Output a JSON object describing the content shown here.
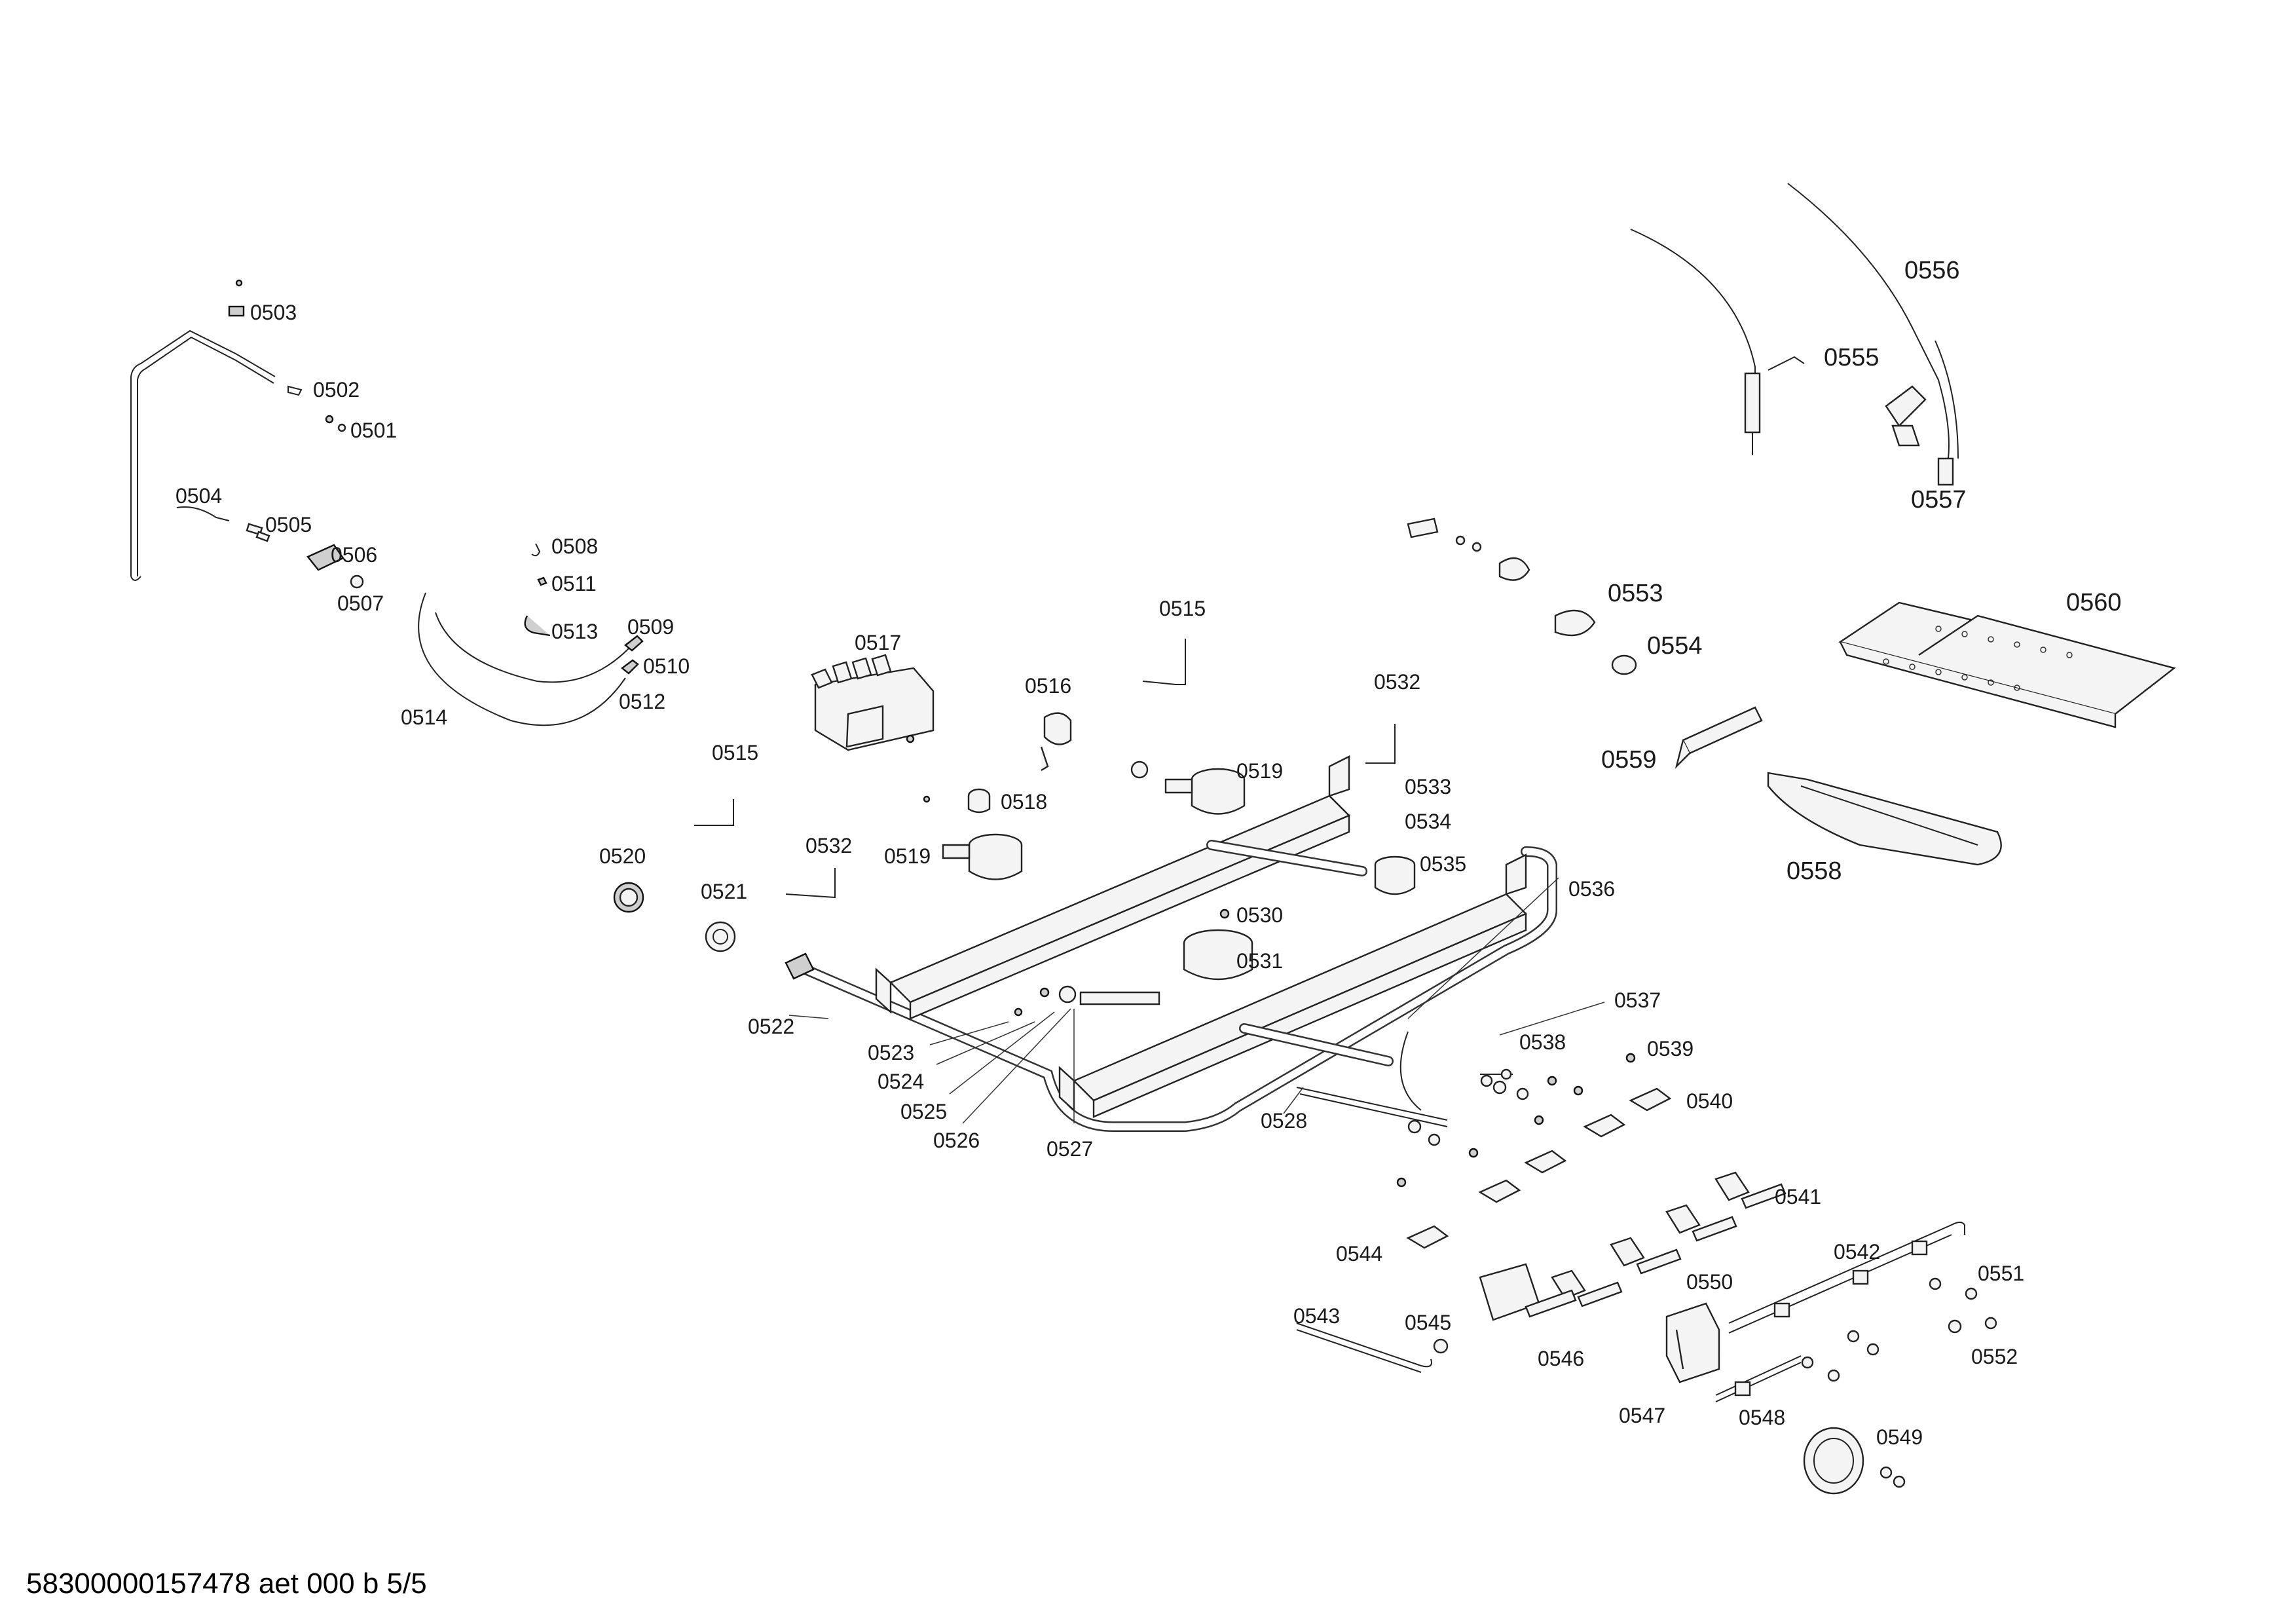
{
  "colors": {
    "background": "#ffffff",
    "line": "#222222",
    "text": "#1a1a1a"
  },
  "labels": {
    "p0501": "0501",
    "p0502": "0502",
    "p0503": "0503",
    "p0504": "0504",
    "p0505": "0505",
    "p0506": "0506",
    "p0507": "0507",
    "p0508": "0508",
    "p0509": "0509",
    "p0510": "0510",
    "p0511": "0511",
    "p0512": "0512",
    "p0513": "0513",
    "p0514": "0514",
    "p0515": "0515",
    "p0516": "0516",
    "p0517": "0517",
    "p0518": "0518",
    "p0519": "0519",
    "p0520": "0520",
    "p0521": "0521",
    "p0522": "0522",
    "p0523": "0523",
    "p0524": "0524",
    "p0525": "0525",
    "p0526": "0526",
    "p0527": "0527",
    "p0528": "0528",
    "p0530": "0530",
    "p0531": "0531",
    "p0532": "0532",
    "p0533": "0533",
    "p0534": "0534",
    "p0535": "0535",
    "p0536": "0536",
    "p0537": "0537",
    "p0538": "0538",
    "p0539": "0539",
    "p0540": "0540",
    "p0541": "0541",
    "p0542": "0542",
    "p0543": "0543",
    "p0544": "0544",
    "p0545": "0545",
    "p0546": "0546",
    "p0547": "0547",
    "p0548": "0548",
    "p0549": "0549",
    "p0550": "0550",
    "p0551": "0551",
    "p0552": "0552",
    "p0553": "0553",
    "p0554": "0554",
    "p0555": "0555",
    "p0556": "0556",
    "p0557": "0557",
    "p0558": "0558",
    "p0559": "0559",
    "p0560": "0560"
  },
  "footer": {
    "code": "58300000157478 aet 000 b 5/5"
  }
}
